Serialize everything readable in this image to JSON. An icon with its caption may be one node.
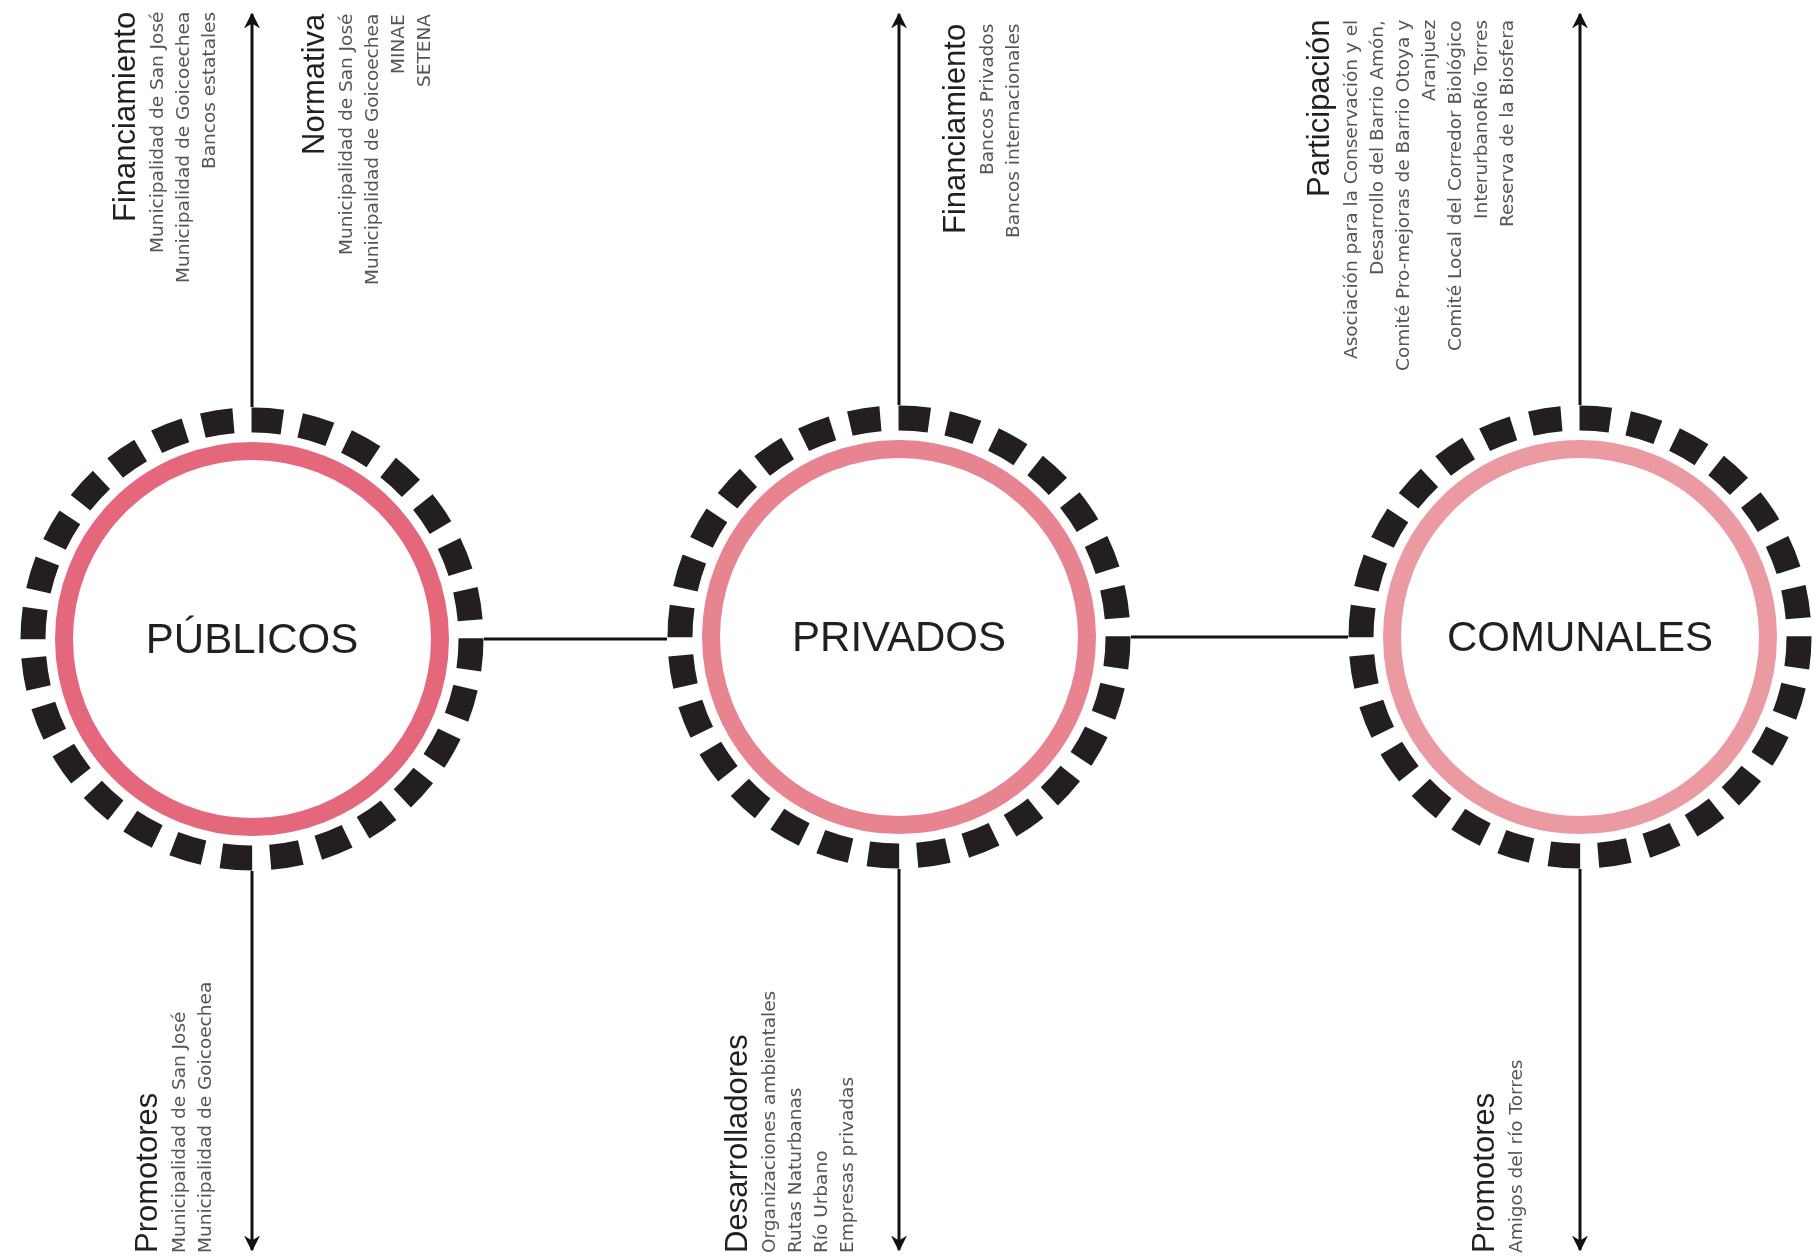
{
  "diagram": {
    "nodes": [
      {
        "text": [
          "PÚBLICOS"
        ]
      },
      {
        "text": [
          "PRIVADOS"
        ]
      },
      {
        "text": [
          "COMUNALES"
        ]
      }
    ],
    "edges": [
      {
        "from": 0,
        "to": 1,
        "arrow": "none"
      },
      {
        "from": 1,
        "to": 2,
        "arrow": "none"
      },
      {
        "from": 0,
        "to": null,
        "arrow": "to"
      },
      {
        "from": 0,
        "to": null,
        "arrow": "to"
      },
      {
        "from": 1,
        "to": null,
        "arrow": "to"
      },
      {
        "from": 1,
        "to": null,
        "arrow": "to"
      },
      {
        "from": 2,
        "to": null,
        "arrow": "to"
      },
      {
        "from": 2,
        "to": null,
        "arrow": "to"
      }
    ],
    "labels": [
      "Financiamiento",
      "Municipalidad de San José",
      "Municipalidad de Goicoechea",
      "Bancos estatales",
      "Normativa",
      "Municipalidad de San José",
      "Municipalidad de Goicoechea",
      "MINAE",
      "SETENA",
      "Financiamiento",
      "Bancos Privados",
      "Bancos internacionales",
      "Participación",
      "Asociación para la Conservación y el Desarrollo del Barrio Amón,",
      "Comité Pro-mejoras de Barrio Otoya y Aranjuez",
      "Comité Local del Corredor Biológico InterurbanoRío Torres",
      "Reserva de la Biosfera",
      "Promotores",
      "Municipalidad de San José",
      "Municipalidad de Goicoechea",
      "Desarrolladores",
      "Organizaciones ambientales",
      "Rutas Naturbanas",
      "Río Urbano",
      "Empresas privadas",
      "Promotores",
      "Amigos del río Torres"
    ]
  }
}
